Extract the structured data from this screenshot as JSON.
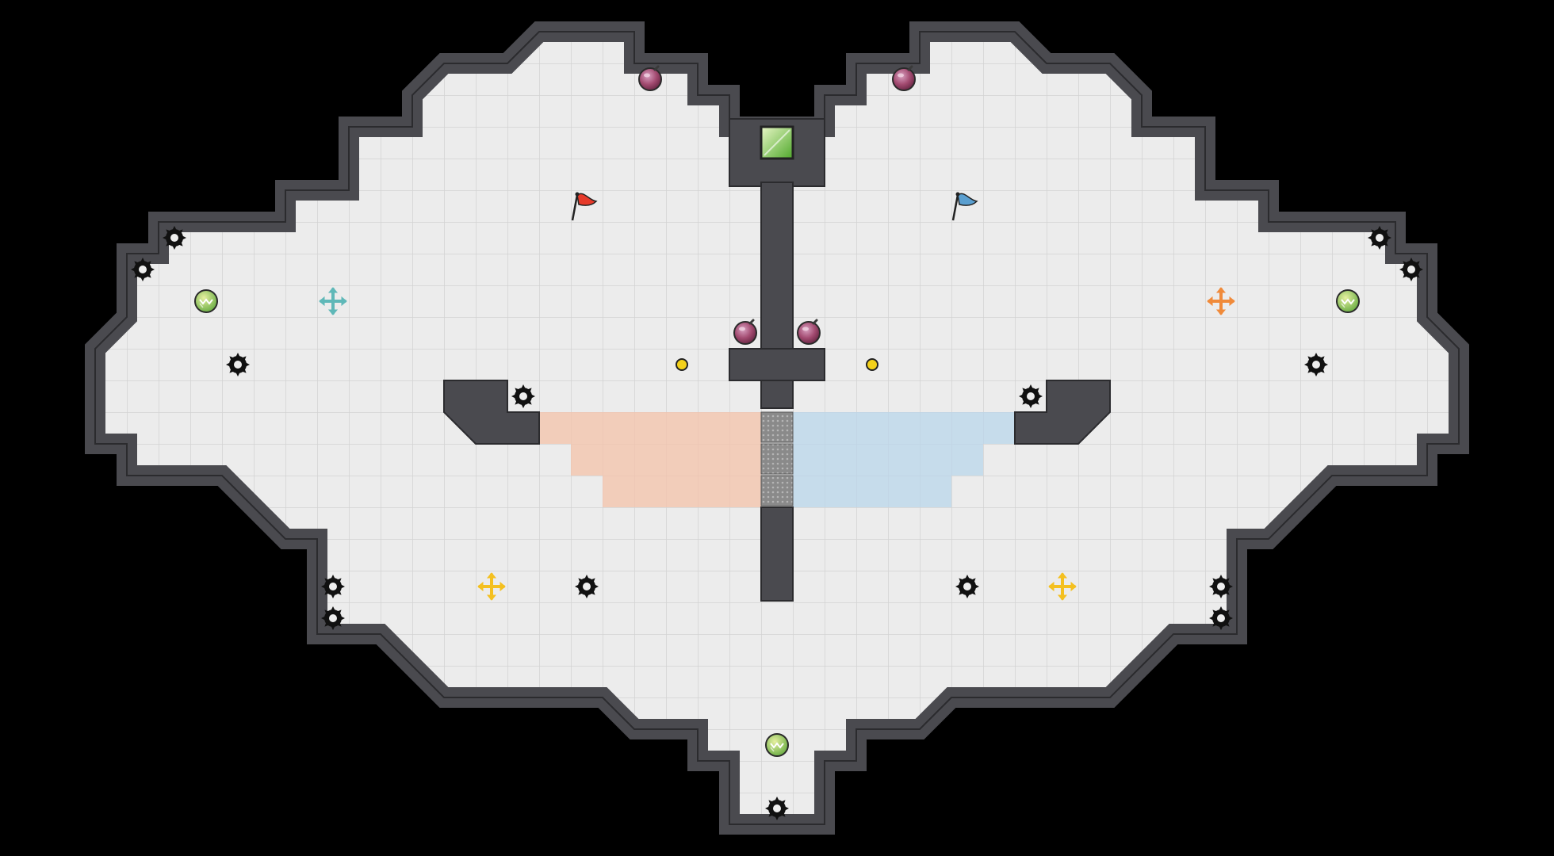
{
  "map": {
    "name": "",
    "colors": {
      "background": "#000000",
      "floor": "#ececec",
      "grid": "#d2d2d2",
      "wall": "#4a4a4f",
      "wall_edge": "#2b2b2e",
      "wall_slope": "#f4f4f4",
      "red_zone": "#f4c2a9",
      "blue_zone": "#b9d6ea",
      "gate": "#7a7a7a",
      "powerup": "#b0506e",
      "boost": "#a9d46f",
      "spike": "#111111",
      "token": "#f4d11a",
      "red_flag": "#e63a2a",
      "blue_flag": "#5a9fd0",
      "portal": "#7ec638"
    },
    "legend": [
      {
        "id": "red-flag",
        "kind": "flag",
        "team": "red"
      },
      {
        "id": "blue-flag",
        "kind": "flag",
        "team": "blue"
      },
      {
        "id": "powerup",
        "kind": "bomb-powerup"
      },
      {
        "id": "boost-pad",
        "kind": "boost"
      },
      {
        "id": "spike",
        "kind": "hazard"
      },
      {
        "id": "teleport-marker",
        "kind": "spawn/portal"
      }
    ]
  }
}
